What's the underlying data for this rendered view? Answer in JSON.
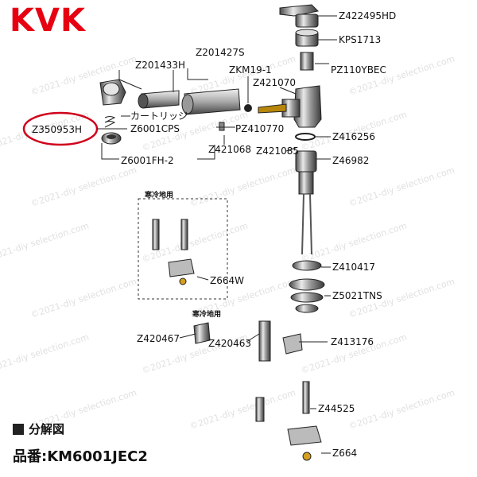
{
  "brand": {
    "name": "KVK",
    "color": "#e60012"
  },
  "watermark": "©2021-diy selection.com",
  "highlight_color": "#d0021b",
  "labels": [
    {
      "id": "Z422495HD",
      "text": "Z422495HD"
    },
    {
      "id": "KPS1713",
      "text": "KPS1713"
    },
    {
      "id": "Z201427S",
      "text": "Z201427S"
    },
    {
      "id": "Z201433H",
      "text": "Z201433H"
    },
    {
      "id": "ZKM19-1",
      "text": "ZKM19-1"
    },
    {
      "id": "PZ110YBEC",
      "text": "PZ110YBEC"
    },
    {
      "id": "Z421070",
      "text": "Z421070"
    },
    {
      "id": "cartridge",
      "text": "カートリッジ"
    },
    {
      "id": "Z350953H",
      "text": "Z350953H"
    },
    {
      "id": "Z6001CPS",
      "text": "Z6001CPS"
    },
    {
      "id": "PZ410770",
      "text": "PZ410770"
    },
    {
      "id": "Z421068",
      "text": "Z421068"
    },
    {
      "id": "Z416256",
      "text": "Z416256"
    },
    {
      "id": "Z421085",
      "text": "Z421085"
    },
    {
      "id": "Z6001FH-2",
      "text": "Z6001FH-2"
    },
    {
      "id": "Z46982",
      "text": "Z46982"
    },
    {
      "id": "cold-region-1",
      "text": "寒冷地用"
    },
    {
      "id": "Z664W",
      "text": "Z664W"
    },
    {
      "id": "Z410417",
      "text": "Z410417"
    },
    {
      "id": "Z5021TNS",
      "text": "Z5021TNS"
    },
    {
      "id": "cold-region-2",
      "text": "寒冷地用"
    },
    {
      "id": "Z420467",
      "text": "Z420467"
    },
    {
      "id": "Z420463",
      "text": "Z420463"
    },
    {
      "id": "Z413176",
      "text": "Z413176"
    },
    {
      "id": "Z44525",
      "text": "Z44525"
    },
    {
      "id": "Z664",
      "text": "Z664"
    }
  ],
  "footer": {
    "section_title": "分解図",
    "model": "品番:KM6001JEC2"
  }
}
